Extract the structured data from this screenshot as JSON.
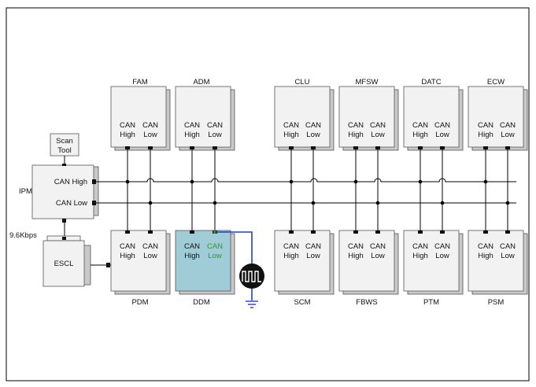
{
  "diagram": {
    "can_high_label": "CAN",
    "can_high_sub": "High",
    "can_low_label": "CAN",
    "can_low_sub": "Low",
    "top_modules": [
      "FAM",
      "ADM",
      "CLU",
      "MFSW",
      "DATC",
      "ECW"
    ],
    "bottom_modules": [
      "PDM",
      "DDM",
      "SCM",
      "FBWS",
      "PTM",
      "PSM"
    ],
    "highlighted_module": "DDM",
    "ipm": {
      "name": "IPM",
      "can_high": "CAN High",
      "can_low": "CAN Low"
    },
    "scan_tool": [
      "Scan",
      "Tool"
    ],
    "escl": "ESCL",
    "baud": "9.6Kbps",
    "colors": {
      "highlight_fill": "#9fccd6",
      "highlight_text": "#2a9a2a",
      "probe_wire": "#1f3fd0",
      "module_fill": "#f2f2f2",
      "module_shadow": "#c9c9c9",
      "line": "#000000"
    }
  }
}
